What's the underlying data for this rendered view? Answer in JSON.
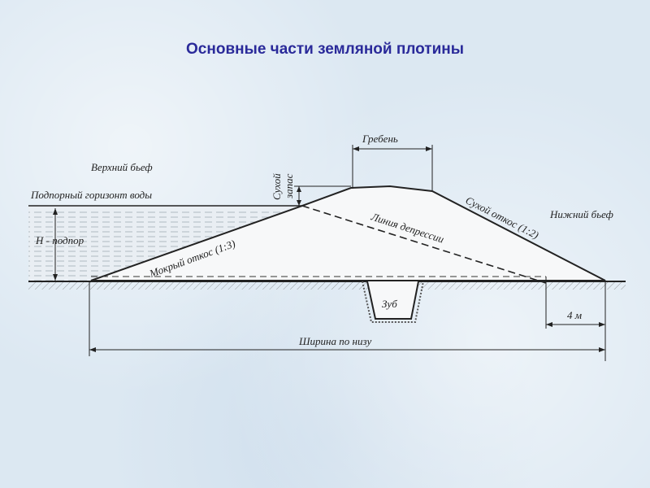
{
  "title": "Основные части земляной плотины",
  "colors": {
    "title": "#2a2a9a",
    "ink": "#222222",
    "water": "#e9eef3",
    "dam": "#f7f8f9"
  },
  "diagram": {
    "labels": {
      "upstream": "Верхний бьеф",
      "water_level": "Подпорный горизонт воды",
      "head": "Н - подпор",
      "freeboard_1": "Сухой",
      "freeboard_2": "запас",
      "crest": "Гребень",
      "dry_slope": "Сухой откос (1:2)",
      "downstream": "Нижний бьеф",
      "wet_slope": "Мокрый откос (1:3)",
      "depression_line": "Линия депрессии",
      "cutoff": "Зуб",
      "offset": "4 м",
      "base_width": "Ширина по низу"
    }
  }
}
